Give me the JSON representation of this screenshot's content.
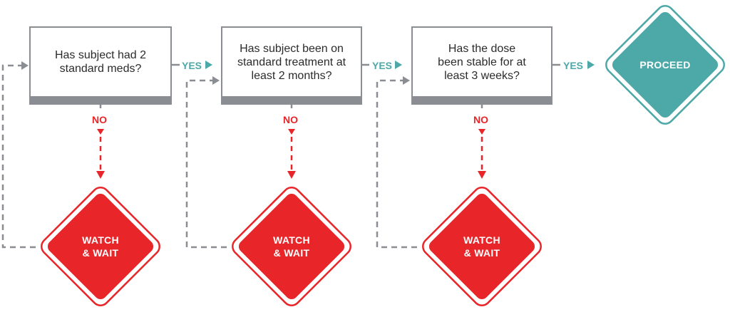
{
  "steps": [
    {
      "question": "Has subject had 2 standard meds?",
      "yes_label": "YES",
      "no_label": "NO",
      "fail_label_line1": "WATCH",
      "fail_label_line2": "& WAIT"
    },
    {
      "question": "Has subject been on standard treatment at least 2 months?",
      "yes_label": "YES",
      "no_label": "NO",
      "fail_label_line1": "WATCH",
      "fail_label_line2": "& WAIT"
    },
    {
      "question": "Has the dose been stable for at least 3 weeks?",
      "yes_label": "YES",
      "no_label": "NO",
      "fail_label_line1": "WATCH",
      "fail_label_line2": "& WAIT"
    }
  ],
  "final": {
    "label": "PROCEED"
  },
  "colors": {
    "box_border": "#8a8d91",
    "yes": "#4da8a8",
    "no": "#e8262a",
    "proceed_fill": "#4da8a8",
    "watch_fill": "#e8262a",
    "feedback_line": "#8a8d91"
  }
}
